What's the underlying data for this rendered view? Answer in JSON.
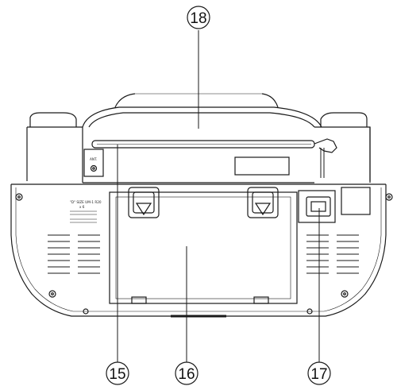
{
  "callouts": [
    {
      "id": "18",
      "label": "18",
      "part": "top-handle"
    },
    {
      "id": "15",
      "label": "15",
      "part": "telescopic-antenna"
    },
    {
      "id": "16",
      "label": "16",
      "part": "battery-compartment-door"
    },
    {
      "id": "17",
      "label": "17",
      "part": "ac-power-socket"
    }
  ],
  "device": {
    "antenna_jack_label": "ANT.",
    "battery_label_line1": "\"D\" SIZE UM-1 R20",
    "battery_label_line2": "x 6"
  },
  "colors": {
    "line": "#1a1a1a",
    "background": "#ffffff"
  }
}
